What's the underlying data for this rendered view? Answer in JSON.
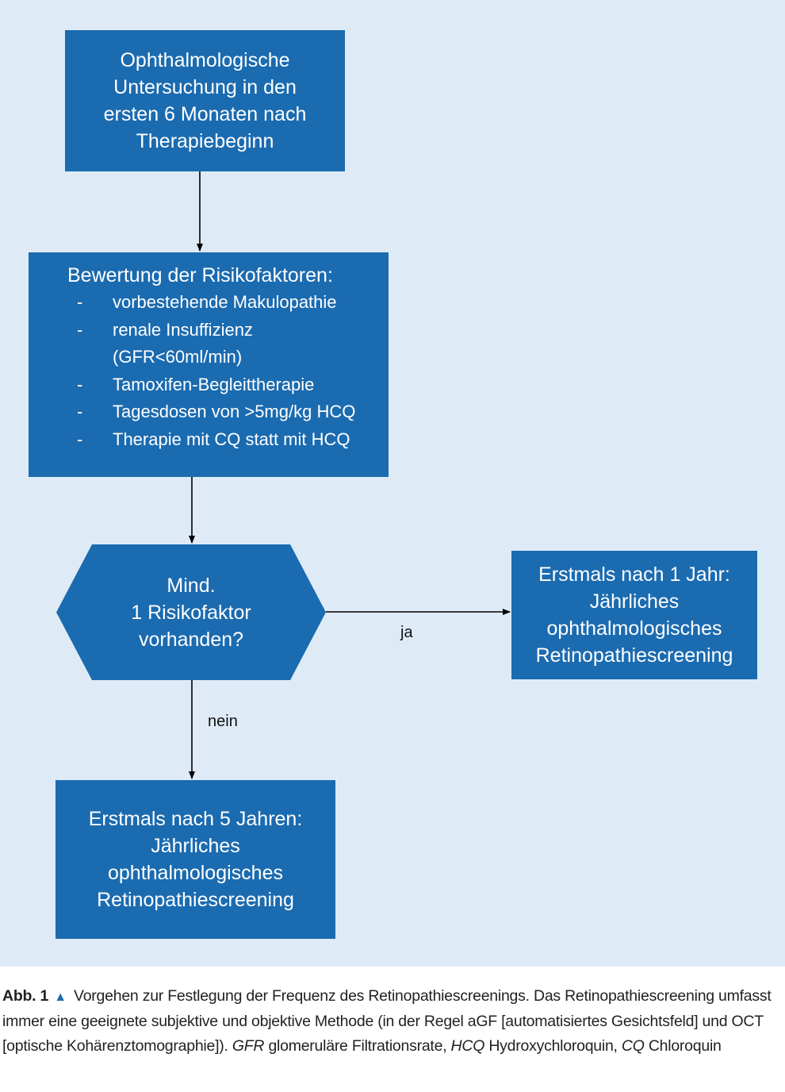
{
  "box_start": {
    "lines": [
      "Ophthalmologische",
      "Untersuchung in den",
      "ersten 6 Monaten nach",
      "Therapiebeginn"
    ]
  },
  "box_risk": {
    "heading": "Bewertung der Risikofaktoren:",
    "items": [
      {
        "line1": "vorbestehende Makulopathie",
        "line2": ""
      },
      {
        "line1": "renale Insuffizienz",
        "line2": "(GFR<60ml/min)"
      },
      {
        "line1": "Tamoxifen-Begleittherapie",
        "line2": ""
      },
      {
        "line1": "Tagesdosen von >5mg/kg HCQ",
        "line2": ""
      },
      {
        "line1": "Therapie mit CQ statt mit HCQ",
        "line2": ""
      }
    ],
    "bullet": "-"
  },
  "decision": {
    "lines": [
      "Mind.",
      "1 Risikofaktor",
      "vorhanden?"
    ]
  },
  "box_yes": {
    "lines": [
      "Erstmals nach 1 Jahr:",
      "Jährliches",
      "ophthalmologisches",
      "Retinopathiescreening"
    ]
  },
  "box_no": {
    "lines": [
      "Erstmals nach 5 Jahren:",
      "Jährliches",
      "ophthalmologisches",
      "Retinopathiescreening"
    ]
  },
  "edge_labels": {
    "yes": "ja",
    "no": "nein"
  },
  "caption": {
    "label": "Abb. 1",
    "marker": "▲",
    "text": "Vorgehen zur Festlegung der Frequenz des Retinopathiescreenings. Das Retinopathiescreening umfasst immer eine geeignete subjektive und objektive Methode (in der Regel aGF [automatisiertes Gesichtsfeld] und OCT [optische Kohärenztomographie]).",
    "abbr_gfr": "GFR",
    "def_gfr": "glomeruläre Filtrationsrate,",
    "abbr_hcq": "HCQ",
    "def_hcq": "Hydroxychloroquin,",
    "abbr_cq": "CQ",
    "def_cq": "Chloroquin"
  },
  "colors": {
    "box": "#1b6bb0",
    "panel": "#deebf7",
    "arrow": "#000000"
  }
}
